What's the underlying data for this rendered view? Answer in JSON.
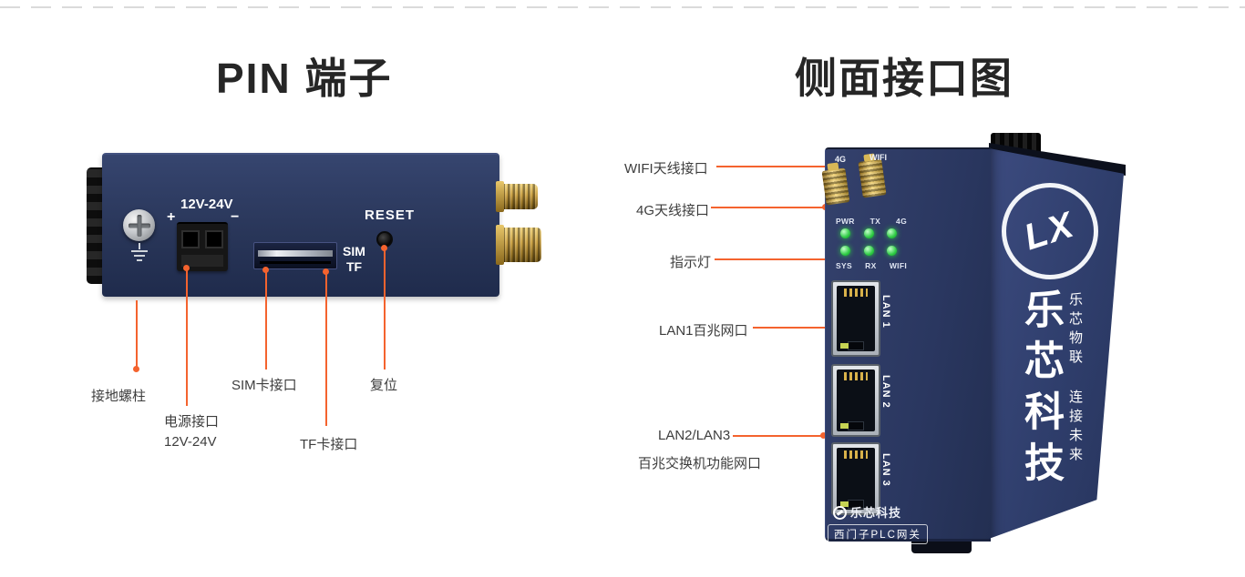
{
  "titles": {
    "left": "PIN 端子",
    "right": "侧面接口图"
  },
  "colors": {
    "accent": "#F4632E",
    "device_navy": "#2B3A63",
    "device_side_navy": "#31406E",
    "antenna_gold": "#C79A3B",
    "led_green": "#35C94A"
  },
  "front_panel": {
    "plus": "+",
    "minus": "−",
    "voltage": "12V-24V",
    "reset": "RESET",
    "sim": "SIM",
    "tf": "TF",
    "callouts": {
      "ground": "接地螺柱",
      "power_line1": "电源接口",
      "power_line2": "12V-24V",
      "sim": "SIM卡接口",
      "tf": "TF卡接口",
      "reset": "复位"
    }
  },
  "side_view": {
    "ant_4g": "4G",
    "ant_wifi": "WIFI",
    "led_top": [
      "PWR",
      "TX",
      "4G"
    ],
    "led_bottom": [
      "SYS",
      "RX",
      "WIFI"
    ],
    "lan": [
      "LAN 1",
      "LAN 2",
      "LAN 3"
    ],
    "brand": "乐芯科技",
    "model": "西门子PLC网关",
    "side_brand": "乐芯科技",
    "side_slogan": "乐芯物联 连接未来",
    "logo_monogram": "LX",
    "callouts": {
      "wifi": "WIFI天线接口",
      "g4": "4G天线接口",
      "led": "指示灯",
      "lan1": "LAN1百兆网口",
      "lan23_line1": "LAN2/LAN3",
      "lan23_line2": "百兆交换机功能网口"
    }
  }
}
